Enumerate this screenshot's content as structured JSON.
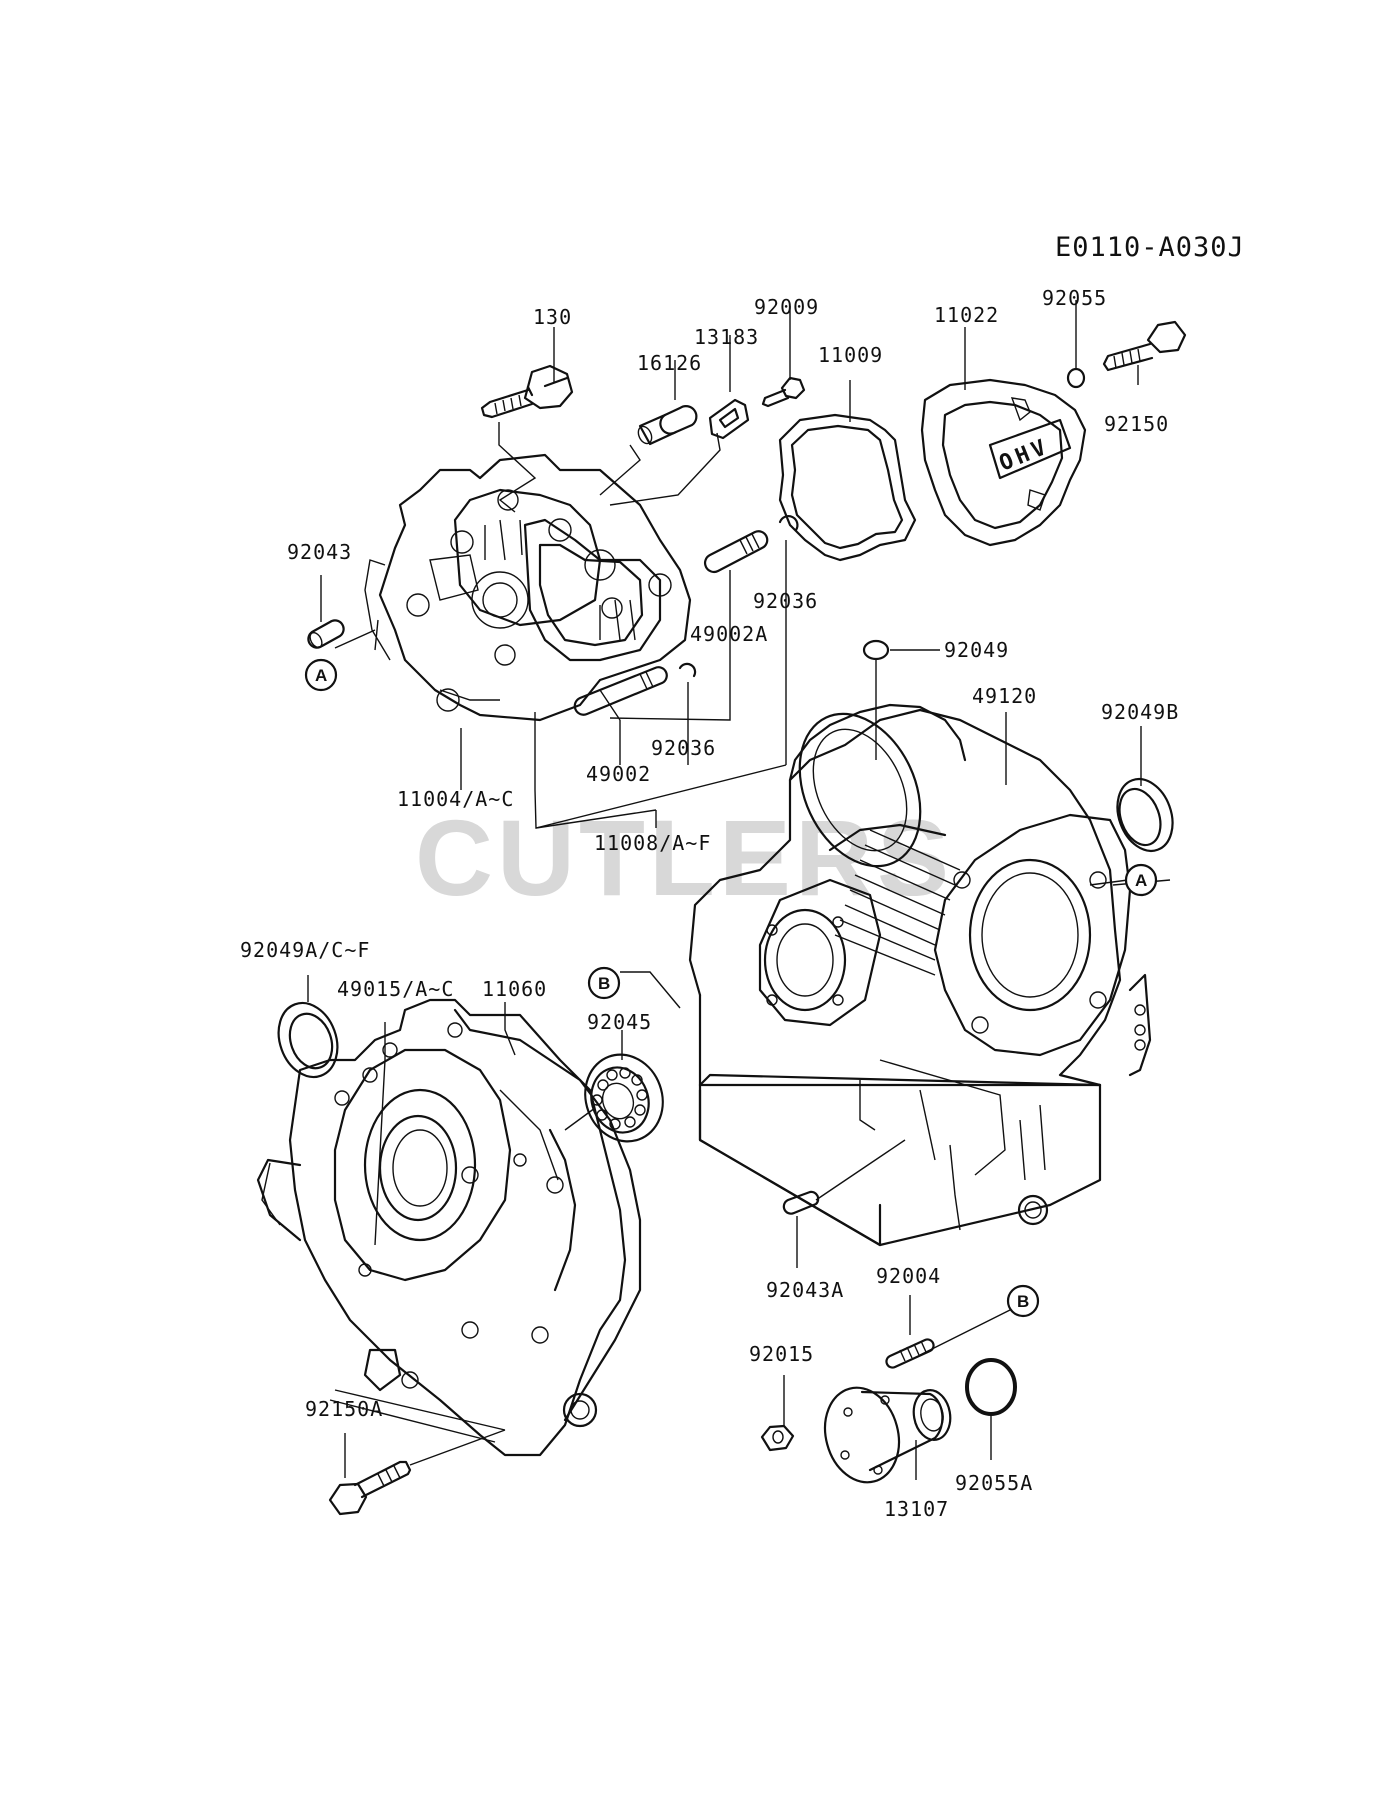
{
  "diagram_code": "E0110-A030J",
  "watermark": "CUTLERS",
  "parts": {
    "p130": "130",
    "p16126": "16126",
    "p13183": "13183",
    "p92009": "92009",
    "p11009": "11009",
    "p11022": "11022",
    "p92055": "92055",
    "p92150": "92150",
    "p92043": "92043",
    "p92036a": "92036",
    "p49002A": "49002A",
    "p92036b": "92036",
    "p49002": "49002",
    "p11004": "11004/A~C",
    "p11008": "11008/A~F",
    "p92049": "92049",
    "p49120": "49120",
    "p92049B": "92049B",
    "p92049A": "92049A/C~F",
    "p49015": "49015/A~C",
    "p11060": "11060",
    "p92045": "92045",
    "p92043A": "92043A",
    "p92004": "92004",
    "p92015": "92015",
    "p92150A": "92150A",
    "p92055A": "92055A",
    "p13107": "13107"
  },
  "refs": {
    "a_left": "A",
    "a_right": "A",
    "b_left": "B",
    "b_right": "B"
  },
  "cover_text": "OHV"
}
